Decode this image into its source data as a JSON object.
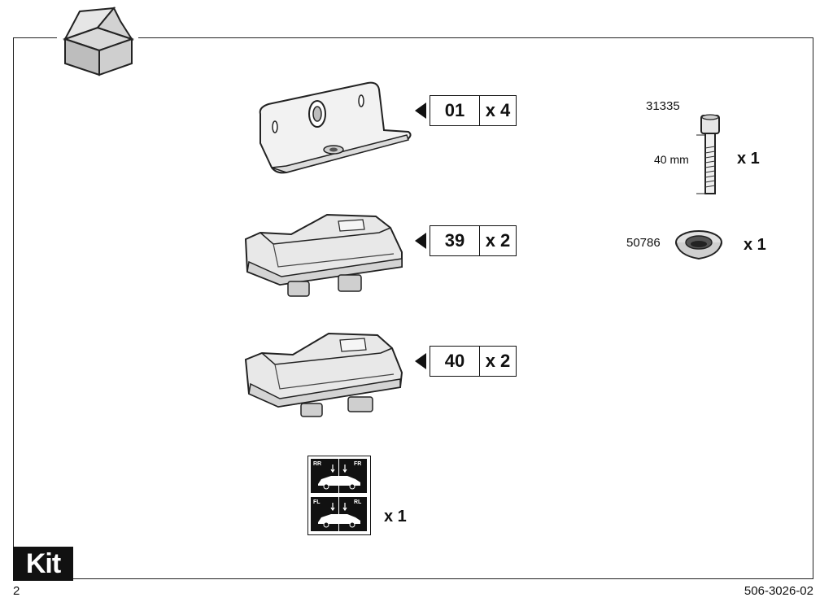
{
  "parts": [
    {
      "code": "01",
      "qty": "x 4"
    },
    {
      "code": "39",
      "qty": "x 2"
    },
    {
      "code": "40",
      "qty": "x 2"
    }
  ],
  "bolt": {
    "part_number": "31335",
    "length": "40 mm",
    "qty": "x 1"
  },
  "washer": {
    "part_number": "50786",
    "qty": "x 1"
  },
  "sticker": {
    "rr": "RR",
    "fr": "FR",
    "fl": "FL",
    "rl": "RL",
    "qty": "x 1"
  },
  "footer": {
    "kit_label": "Kit",
    "page_number": "2",
    "doc_code": "506-3026-02"
  }
}
